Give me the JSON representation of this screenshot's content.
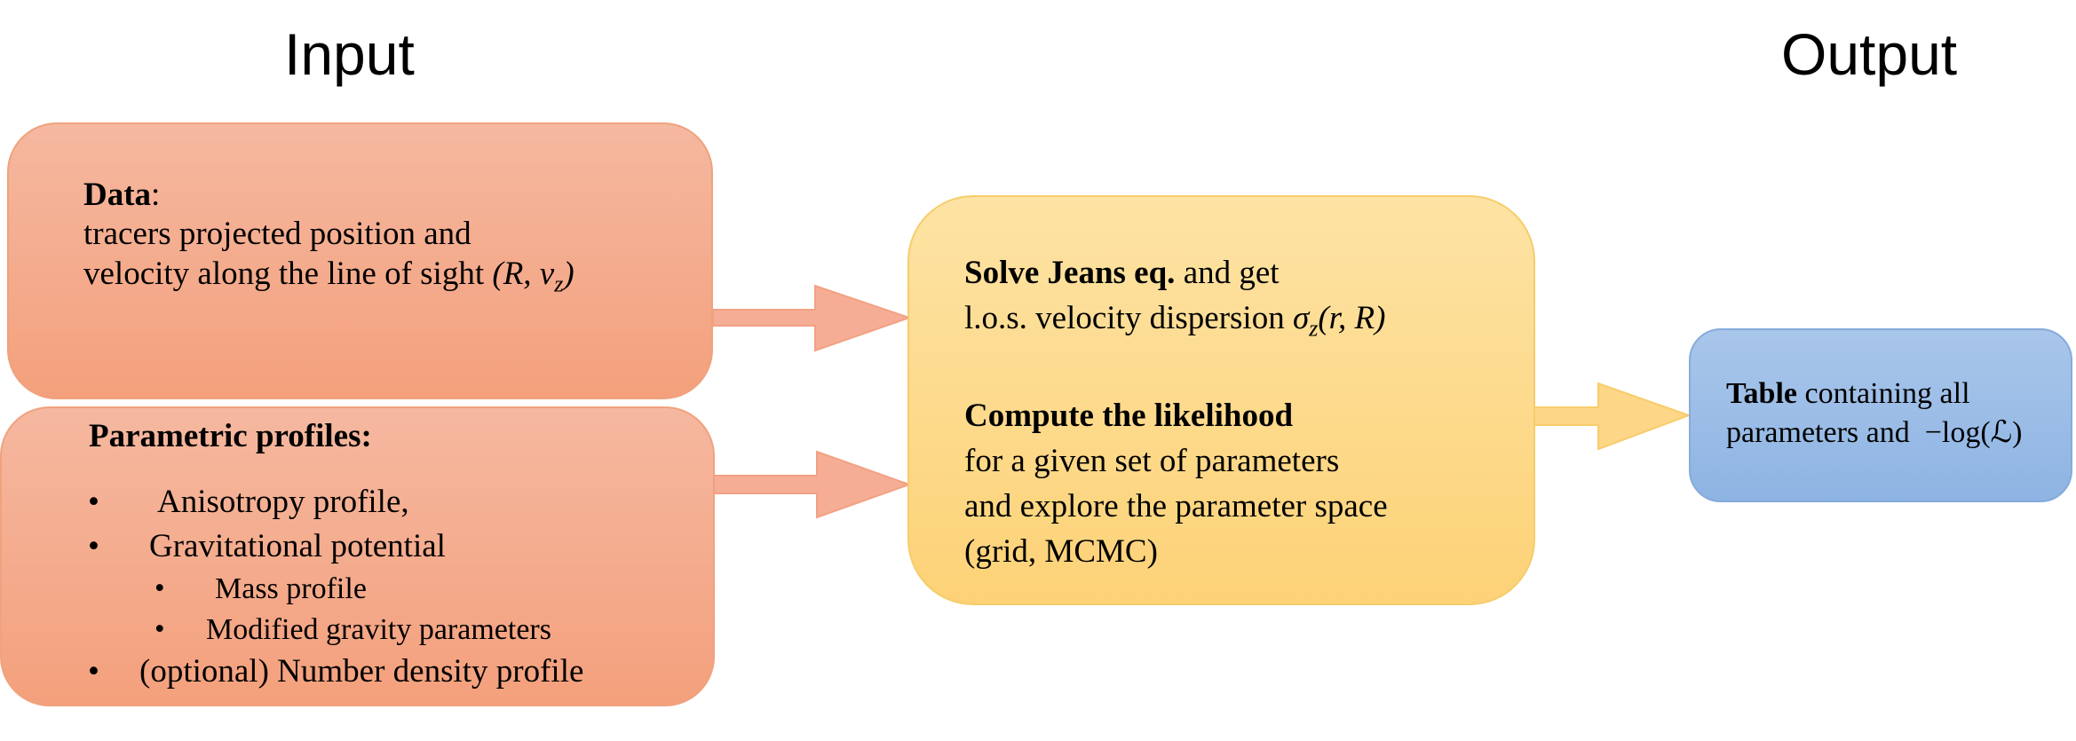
{
  "headings": {
    "input": "Input",
    "output": "Output"
  },
  "data_box": {
    "title": "Data",
    "title_suffix": ":",
    "line1": "tracers projected position and",
    "line2": "velocity along the line of sight",
    "math": "(R, v_z)"
  },
  "profiles_box": {
    "title": "Parametric profiles:",
    "bullet": "•",
    "items": [
      "Anisotropy profile,",
      "Gravitational potential",
      "Mass profile",
      "Modified gravity parameters",
      "(optional) Number density profile"
    ]
  },
  "jeans_box": {
    "solve_bold": "Solve Jeans eq.",
    "solve_rest": " and get",
    "dispersion_text": "l.o.s. velocity dispersion",
    "dispersion_math": "σ_z(r, R)",
    "likelihood_bold": "Compute the likelihood",
    "line3": "for a given set of parameters",
    "line4": "and explore the parameter space",
    "line5": "(grid, MCMC)"
  },
  "output_box": {
    "table_bold": "Table",
    "rest1": " containing all",
    "line2": "parameters and",
    "math": "−log(ℒ)"
  },
  "colors": {
    "orange_box": "#f4a98a",
    "orange_arrow": "#f4ad94",
    "yellow_box": "#fdd98a",
    "yellow_arrow": "#fdd687",
    "blue_box": "#9dbde6"
  }
}
